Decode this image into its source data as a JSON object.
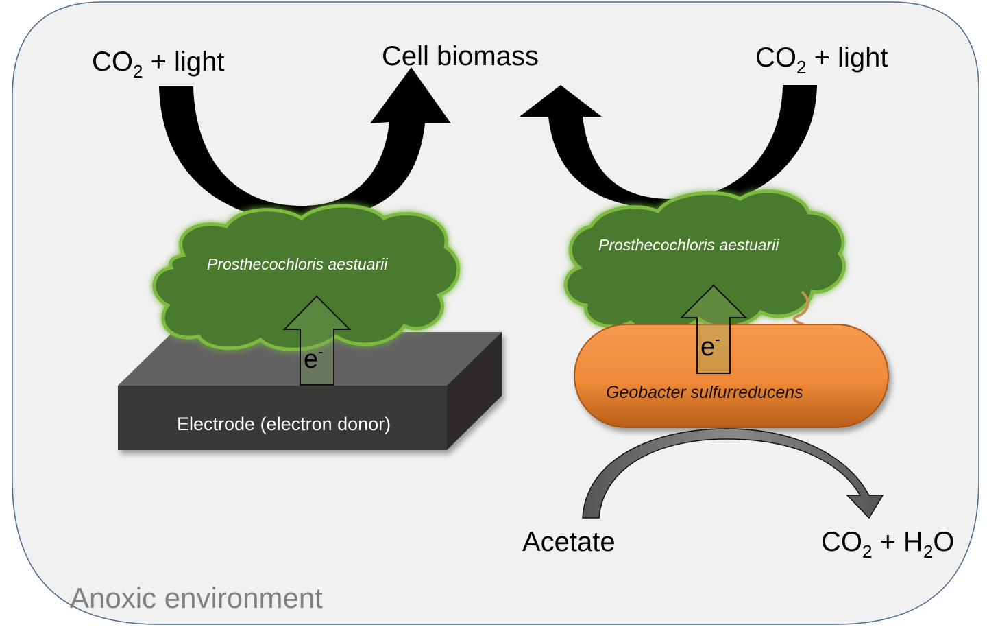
{
  "diagram": {
    "environment_label": "Anoxic environment",
    "top_center_label": "Cell biomass",
    "left_input": {
      "text": "CO",
      "subscript": "2",
      "rest": " + light"
    },
    "right_input": {
      "text": "CO",
      "subscript": "2",
      "rest": " + light"
    },
    "left_organism": "Prosthecochloris aestuarii",
    "right_organism": "Prosthecochloris aestuarii",
    "electrode_label": "Electrode (electron donor)",
    "partner_organism": "Geobacter sulfurreducens",
    "electron_left": {
      "symbol": "e",
      "superscript": "-"
    },
    "electron_right": {
      "symbol": "e",
      "superscript": "-"
    },
    "substrate_label": "Acetate",
    "products": {
      "a": "CO",
      "a_sub": "2",
      "mid": " + H",
      "b_sub": "2",
      "end": "O"
    }
  },
  "colors": {
    "background": "#f1f1f1",
    "border": "#4a6a8c",
    "cell_green": "#4a7a2e",
    "cell_green_light": "#7dbb3f",
    "geobacter_orange": "#f08a38",
    "electrode_top": "#626262",
    "electrode_front": "#3a3838",
    "electrode_side": "#2e2c2c",
    "gray_arrow": "#6e6e6e"
  }
}
